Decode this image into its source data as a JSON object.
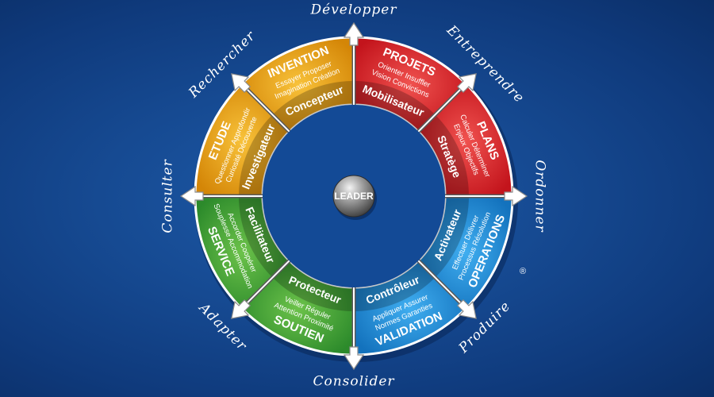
{
  "center": {
    "label": "LEADER"
  },
  "segments": [
    {
      "title": "PROJETS",
      "role": "Mobilisateur",
      "line1": "Orienter Insuffler",
      "line2": "Vision Convictions",
      "color": "#e8232a"
    },
    {
      "title": "PLANS",
      "role": "Stratège",
      "line1": "Calculer Déterminer",
      "line2": "Enjeux Objectifs",
      "color": "#e8232a"
    },
    {
      "title": "OPERATIONS",
      "role": "Activateur",
      "line1": "Processus Résolution",
      "line2": "Effectuer Délivrer",
      "color": "#1c8fd8"
    },
    {
      "title": "VALIDATION",
      "role": "Contrôleur",
      "line1": "Normes Garanties",
      "line2": "Appliquer Assurer",
      "color": "#1c8fd8"
    },
    {
      "title": "SOUTIEN",
      "role": "Protecteur",
      "line1": "Attention Proximité",
      "line2": "Veiller Réguler",
      "color": "#3aa935"
    },
    {
      "title": "SERVICE",
      "role": "Facilitateur",
      "line1": "Souplesse Accommodation",
      "line2": "Accorder Coopérer",
      "color": "#3aa935"
    },
    {
      "title": "ETUDE",
      "role": "Investigateur",
      "line1": "Questionner Approfondir",
      "line2": "Curiosité Découverte",
      "color": "#f1a70f"
    },
    {
      "title": "INVENTION",
      "role": "Concepteur",
      "line1": "Essayer Proposer",
      "line2": "Imagination Création",
      "color": "#f1a70f"
    }
  ],
  "verbs": [
    "Développer",
    "Entreprendre",
    "Ordonner",
    "Produire",
    "Consolider",
    "Adapter",
    "Consulter",
    "Rechercher"
  ],
  "mark": "®"
}
